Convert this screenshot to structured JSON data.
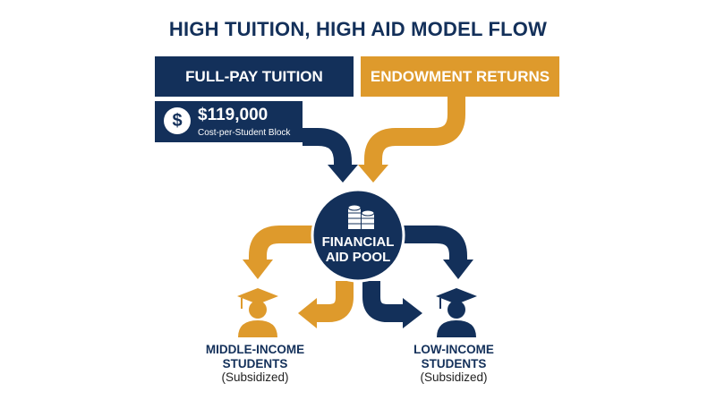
{
  "title": "HIGH TUITION, HIGH AID MODEL FLOW",
  "sources": {
    "full_pay": "FULL-PAY TUITION",
    "endowment": "ENDOWMENT RETURNS"
  },
  "cost": {
    "icon": "dollar-icon",
    "symbol": "$",
    "value": "$119,000",
    "label": "Cost-per-Student Block"
  },
  "pool": {
    "icon": "coin-stack-icon",
    "line1": "FINANCIAL",
    "line2": "AID POOL"
  },
  "recipients": {
    "middle": {
      "line1": "MIDDLE-INCOME",
      "line2": "STUDENTS",
      "note": "(Subsidized)",
      "icon": "graduate-icon"
    },
    "low": {
      "line1": "LOW-INCOME",
      "line2": "STUDENTS",
      "note": "(Subsidized)",
      "icon": "graduate-icon"
    }
  },
  "colors": {
    "navy": "#13305a",
    "gold": "#de9a2c"
  }
}
